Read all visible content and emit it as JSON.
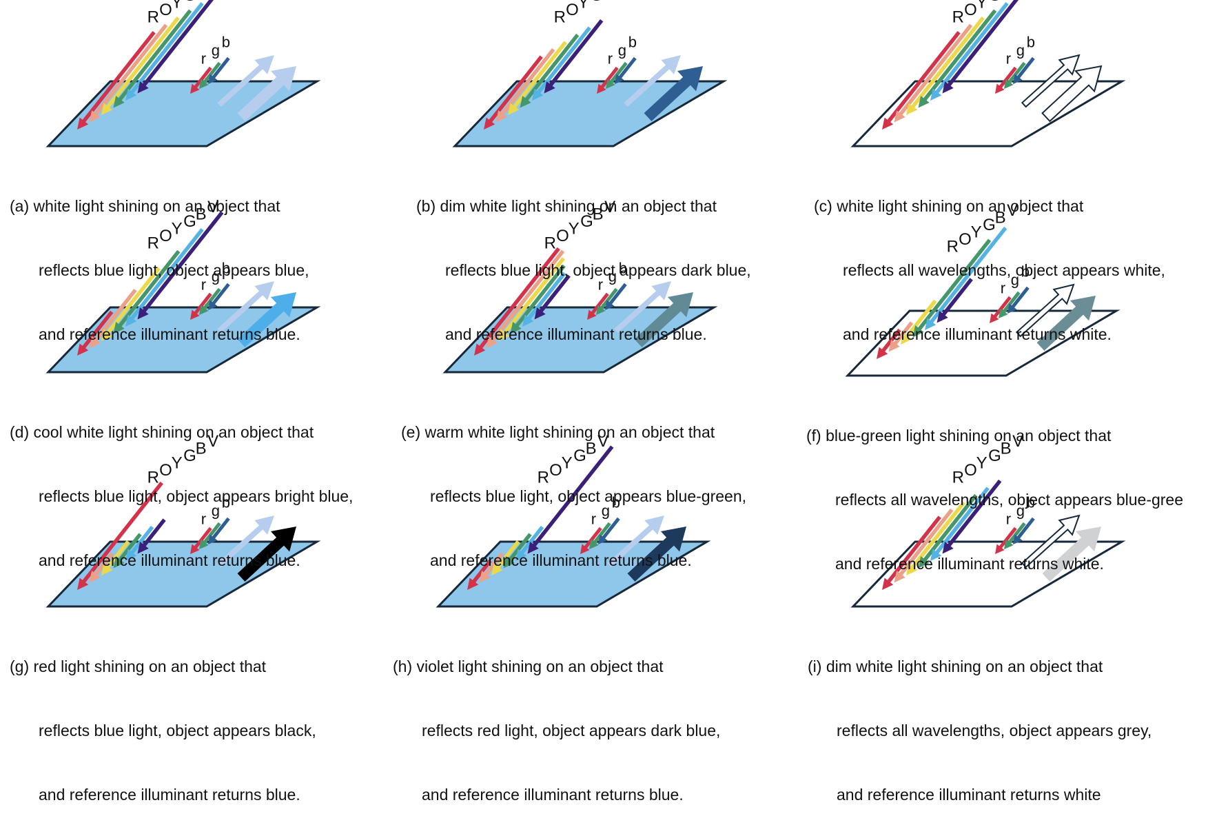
{
  "colors": {
    "R": "#d3324a",
    "O": "#eba087",
    "Y": "#ecd94a",
    "G": "#45976a",
    "B": "#55b3e4",
    "V": "#3a2079",
    "r": "#d3324a",
    "g": "#45976a",
    "b": "#2e5f92",
    "plane_blue": "#8ec7ea",
    "plane_white": "#ffffff",
    "plane_edge": "#16283a",
    "reference_arrow": "#b6cdee"
  },
  "band_letters": [
    "R",
    "O",
    "Y",
    "G",
    "B",
    "V"
  ],
  "reference_letters": [
    "r",
    "g",
    "b"
  ],
  "panels": [
    {
      "id": "a",
      "plane": "blue",
      "incident": [
        1,
        1,
        1,
        1,
        1,
        1
      ],
      "reflected": {
        "fill": "#b6cdee",
        "outline": false
      },
      "caption": [
        "(a) white light shining on an object that",
        "reflects blue light, object appears blue,",
        "and reference illuminant returns blue."
      ]
    },
    {
      "id": "b",
      "plane": "blue",
      "incident": [
        0.75,
        0.75,
        0.75,
        0.75,
        0.75,
        0.75
      ],
      "reflected": {
        "fill": "#2f5f92",
        "outline": false
      },
      "caption": [
        "(b) dim white light shining on an object that",
        "reflects blue light, object appears dark blue,",
        "and reference illuminant returns blue."
      ]
    },
    {
      "id": "c",
      "plane": "white",
      "incident": [
        1,
        1,
        1,
        1,
        1,
        1
      ],
      "reflected": {
        "fill": "#ffffff",
        "outline": true
      },
      "caption": [
        "(c) white light shining on an object that",
        "reflects all wavelengths, object appears white,",
        "and reference illuminant returns white."
      ]
    },
    {
      "id": "d",
      "plane": "blue",
      "incident": [
        0.45,
        0.6,
        0.75,
        0.85,
        1,
        1.1
      ],
      "reflected": {
        "fill": "#4daeea",
        "outline": false
      },
      "caption": [
        "(d) cool white light shining on an object that",
        "reflects blue light, object appears bright blue,",
        "and reference illuminant returns blue."
      ]
    },
    {
      "id": "e",
      "plane": "blue",
      "incident": [
        1.1,
        1,
        0.85,
        0.7,
        0.55,
        0.45
      ],
      "reflected": {
        "fill": "#5f8a96",
        "outline": false
      },
      "caption": [
        "(e) warm white light shining on an object that",
        "reflects blue light, object appears blue-green,",
        "and reference illuminant returns blue."
      ]
    },
    {
      "id": "f",
      "plane": "white",
      "incident": [
        0.3,
        0.3,
        0.45,
        1,
        1.05,
        0.45
      ],
      "reflected": {
        "fill": "#6a8d96",
        "outline": false
      },
      "caption": [
        "(f) blue-green light shining on an object that",
        "reflects all wavelengths, object appears blue-gree",
        "and reference illuminant returns white."
      ]
    },
    {
      "id": "g",
      "plane": "blue",
      "incident": [
        1.1,
        0.3,
        0.35,
        0.35,
        0.35,
        0.35
      ],
      "reflected": {
        "fill": "#000000",
        "outline": false
      },
      "caption": [
        "(g) red light shining on an object that",
        "reflects blue light, object appears black,",
        "and reference illuminant returns blue."
      ]
    },
    {
      "id": "h",
      "plane": "blue",
      "incident": [
        0.3,
        0.3,
        0.35,
        0.35,
        0.35,
        1.1
      ],
      "reflected": {
        "fill": "#1d3a5c",
        "outline": false
      },
      "caption": [
        "(h) violet light shining on an object that",
        "reflects red light, object appears dark blue,",
        "and reference illuminant returns blue."
      ]
    },
    {
      "id": "i",
      "plane": "white",
      "incident": [
        0.75,
        0.75,
        0.75,
        0.75,
        0.75,
        0.75
      ],
      "reflected": {
        "fill": "#cfd1d3",
        "outline": false
      },
      "caption": [
        "(i) dim white light shining on an object that",
        "reflects all wavelengths, object appears grey,",
        "and reference illuminant returns white"
      ]
    }
  ]
}
